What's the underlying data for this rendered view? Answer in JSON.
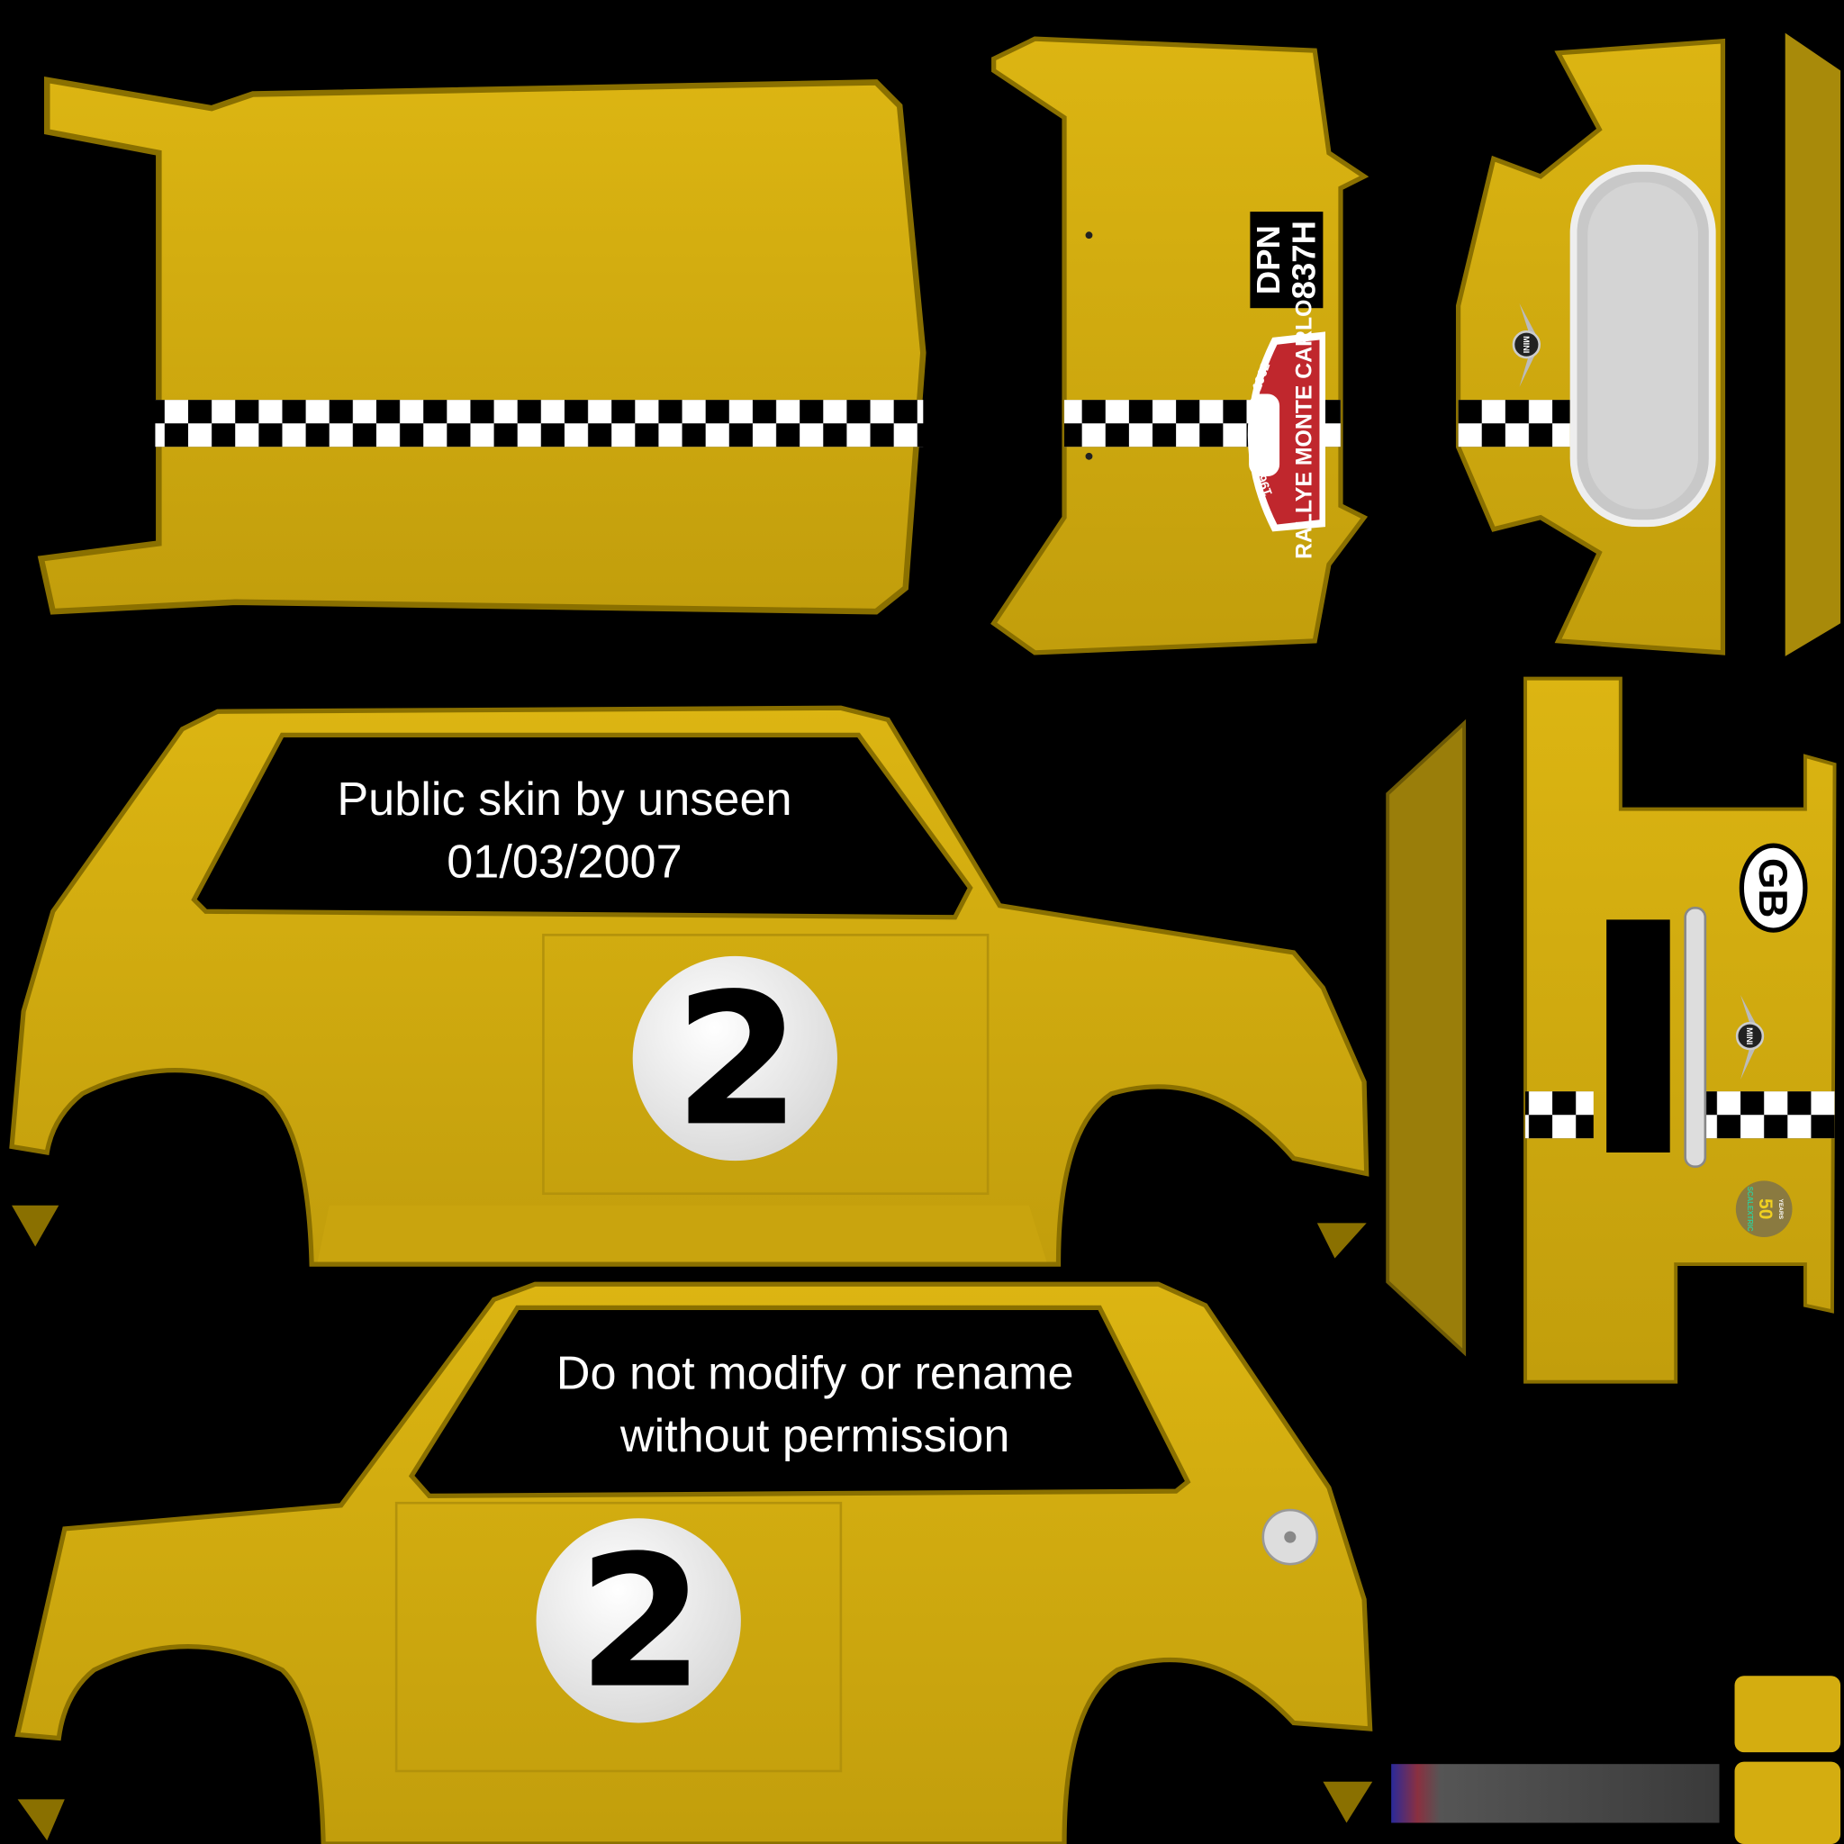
{
  "colors": {
    "body": "#d4ad10",
    "body_dark": "#a88a0a",
    "edge": "#8a7000",
    "background": "#000000",
    "rally_red": "#c0272d"
  },
  "roof": {
    "stripe": "checkered"
  },
  "hood": {
    "plate": {
      "line1": "DPN",
      "line2": "837H"
    },
    "rally_plate": {
      "year_left": "1962",
      "year_right": "1962",
      "title": "RALLYE MONTE CARLO"
    }
  },
  "front": {
    "badge": "MINI"
  },
  "side_left": {
    "window_line1": "Public skin by unseen",
    "window_line2": "01/03/2007",
    "race_number": "2"
  },
  "side_right": {
    "window_line1": "Do not modify or rename",
    "window_line2": "without permission",
    "race_number": "2"
  },
  "rear": {
    "country_badge": "GB",
    "badge": "MINI",
    "anniversary_badge": {
      "number": "50",
      "label": "YEARS",
      "brand": "SCALEXTRIC"
    }
  }
}
